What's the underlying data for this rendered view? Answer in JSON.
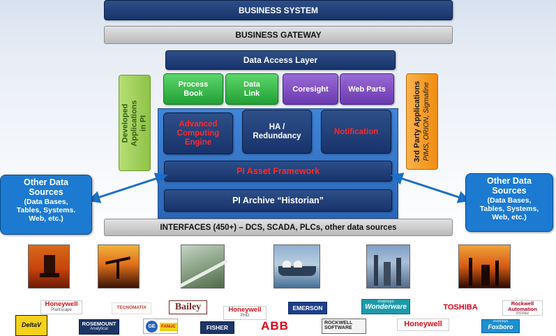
{
  "layers": {
    "business_system": "BUSINESS SYSTEM",
    "business_gateway": "BUSINESS GATEWAY",
    "data_access_layer": "Data Access Layer",
    "interfaces": "INTERFACES (450+) – DCS, SCADA, PLCs, other data sources"
  },
  "tools": {
    "process_book": "Process Book",
    "data_link": "Data Link",
    "coresight": "Coresight",
    "web_parts": "Web Parts"
  },
  "side": {
    "developed_apps": "Developed Applications in PI",
    "third_party_title": "3rd Party Applications",
    "third_party_sub": "PIMS, ORION, Sigmafine"
  },
  "core": {
    "advanced_computing": "Advanced Computing Engine",
    "ha_redundancy": "HA / Redundancy",
    "notification": "Notification",
    "asset_framework": "PI Asset Framework",
    "archive": "PI Archive “Historian”"
  },
  "sources": {
    "left_title": "Other Data Sources",
    "left_sub": "(Data Bases, Tables, Systems. Web, etc.)",
    "right_title": "Other Data Sources",
    "right_sub": "(Data Bases, Tables, Systems, Web, etc.)"
  },
  "logos": {
    "honeywell_plantscape_name": "Honeywell",
    "honeywell_plantscape_sub": "Plantscape",
    "tecnomatix": "TECNOMATIX",
    "bailey": "Bailey",
    "honeywell_phd_name": "Honeywell",
    "honeywell_phd_sub": "PHD",
    "emerson": "EMERSON",
    "wonderware_pre": "invensys",
    "wonderware": "Wonderware",
    "toshiba": "TOSHIBA",
    "rockwell_line1": "Rockwell",
    "rockwell_line2": "Automation",
    "rockwell_sub": "RSView",
    "deltav": "DeltaV",
    "rosemount_name": "ROSEMOUNT",
    "rosemount_sub": "Analytical",
    "ge": "GE",
    "fanuc": "FANUC",
    "fisher": "FISHER",
    "abb": "ABB",
    "rockwell_software_1": "ROCKWELL",
    "rockwell_software_2": "SOFTWARE",
    "honeywell": "Honeywell",
    "foxboro_pre": "invensys",
    "foxboro": "Foxboro"
  },
  "colors": {
    "navy": "#1f3f7a",
    "core_blue": "#2e6cc0",
    "green": "#2fb744",
    "purple": "#7b4cc4",
    "orange": "#f39a1f",
    "source_blue": "#1c7ad1",
    "red_text": "#ff2a2a"
  }
}
